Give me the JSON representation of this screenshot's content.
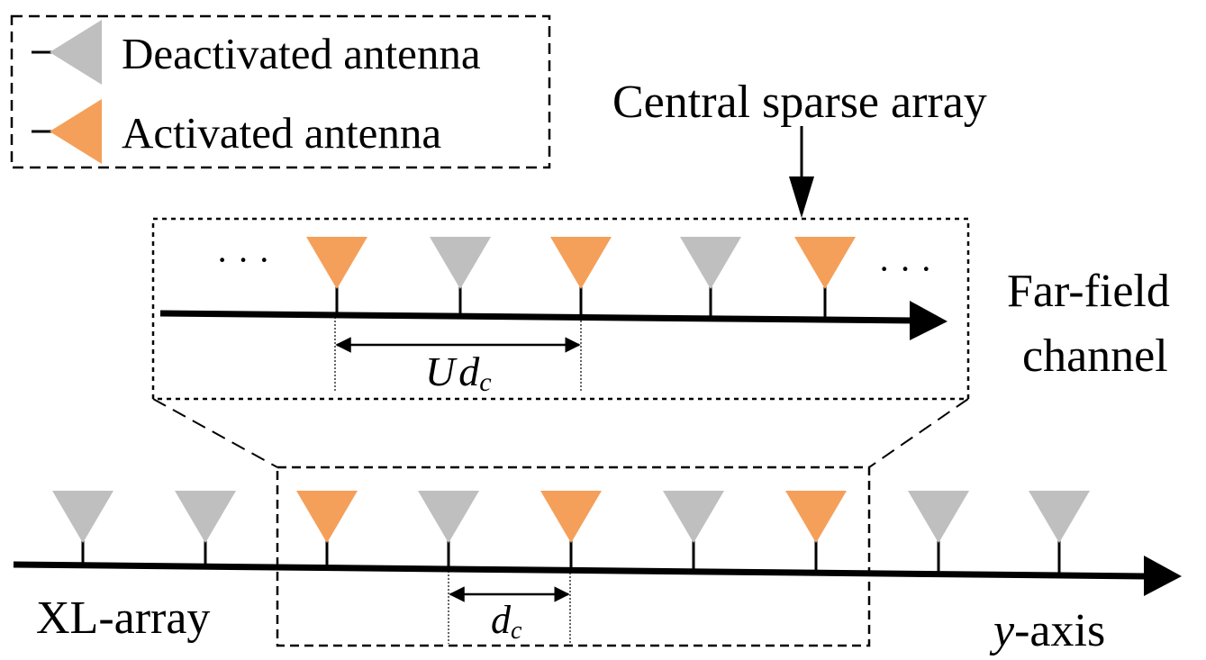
{
  "legend": {
    "deactivated_label": "Deactivated antenna",
    "activated_label": "Activated antenna"
  },
  "labels": {
    "central_sparse_array": "Central sparse array",
    "far_field_line1": "Far-field",
    "far_field_line2": "channel",
    "xl_array": "XL-array",
    "y_axis_var": "y",
    "y_axis_suffix": "-axis",
    "zoom_spacing_main": "U",
    "zoom_spacing_d": "d",
    "zoom_spacing_sub": "c",
    "array_spacing_d": "d",
    "array_spacing_sub": "c",
    "ellipsis_left": "· · ·",
    "ellipsis_right": "· · ·"
  },
  "colors": {
    "deactivated": "#bfbfbf",
    "activated": "#f5a05a",
    "line": "#000000"
  },
  "antennas": {
    "zoomed": [
      "activated",
      "deactivated",
      "activated",
      "deactivated",
      "activated"
    ],
    "full_array": [
      "deactivated",
      "deactivated",
      "activated",
      "deactivated",
      "activated",
      "deactivated",
      "activated",
      "deactivated",
      "deactivated"
    ]
  }
}
